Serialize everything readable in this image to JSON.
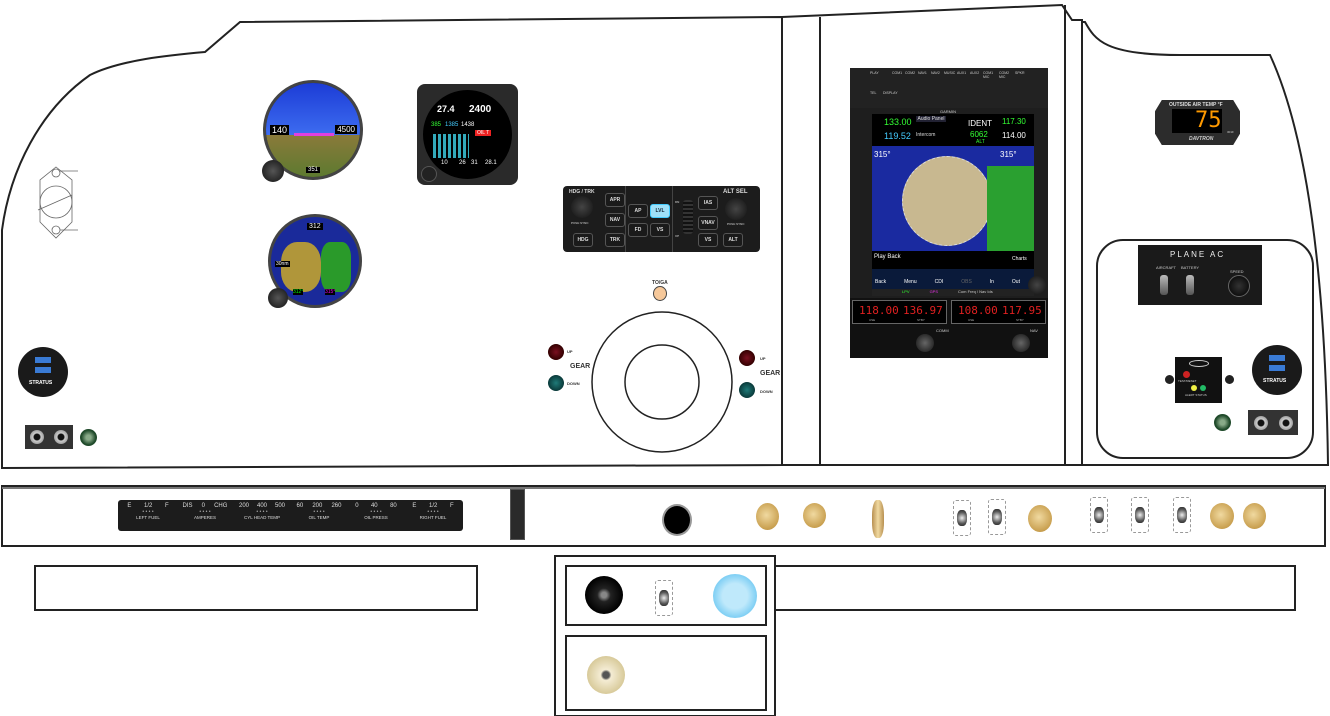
{
  "pfd": {
    "airspeed": "140",
    "altitude": "4500",
    "heading": "351"
  },
  "mfd": {
    "heading": "312",
    "range": "30nm",
    "crs": "312°",
    "dtk": "315°"
  },
  "eis": {
    "manifold": "27.4",
    "rpm": "2400",
    "cht": "385",
    "egt": "1385",
    "tit": "1438",
    "alt": "10",
    "fuel_l": "26",
    "fuel_r": "31",
    "batt": "28.1",
    "alert": "OIL T"
  },
  "autopilot": {
    "left_knob_label": "HDG / TRK",
    "right_knob_label": "ALT SEL",
    "push_sync": "PUSH SYNC",
    "buttons": [
      "APR",
      "NAV",
      "HDG",
      "TRK",
      "AP",
      "LVL",
      "FD",
      "VS",
      "IAS",
      "VNAV",
      "VS",
      "ALT"
    ],
    "trim_dn": "DN",
    "trim_up": "UP"
  },
  "toga": "TO/GA",
  "gear": {
    "title": "GEAR",
    "up": "UP",
    "down": "DOWN"
  },
  "gtn": {
    "top_buttons": [
      "PLAY",
      "COM1",
      "COM2",
      "NAV1",
      "NAV2",
      "MUSIC",
      "AUX1",
      "AUX2",
      "COM1 MIC",
      "COM2 MIC",
      "SPKR",
      "TEL",
      "DISPLAY"
    ],
    "brand": "GARMIN",
    "com": "133.00",
    "com_stby": "119.52",
    "audio_panel": "Audio Panel",
    "intercom": "Intercom",
    "xpdr": "IDENT",
    "xpdr_code": "6062",
    "xpdr_mode": "ALT",
    "nav": "117.30",
    "nav_stby": "114.00",
    "dtk": "315°",
    "trk": "315°",
    "playback": "Play Back",
    "charts": "Charts",
    "back": "Back",
    "menu": "Menu",
    "cdi": "CDI",
    "obs": "OBS",
    "zoom_in": "In",
    "zoom_out": "Out",
    "mode": "LPV",
    "source": "GPS",
    "cross_track": "Com Freq / Nav Ids"
  },
  "nav_radio": {
    "com_active": "118.00",
    "com_stby": "136.97",
    "nav_active": "108.00",
    "nav_stby": "117.95",
    "use": "USE",
    "stby": "STBY",
    "com_label": "COMM",
    "nav_label": "NAV"
  },
  "oat": {
    "title": "OUTSIDE AIR TEMP °F",
    "value": "75",
    "brand": "DAVTRON",
    "model": "301F"
  },
  "plane_ac": {
    "title": "PLANE AC",
    "switch1": "AIRCRAFT",
    "switch2": "BATTERY",
    "speed": "SPEED"
  },
  "stratus_left": "STRATUS",
  "stratus_right": "STRATUS",
  "alert_panel": {
    "test": "TEST/RESET",
    "status": "ALERT STATUS"
  },
  "engine_gauges": [
    {
      "scale": [
        "E",
        "1/2",
        "F"
      ],
      "label": "LEFT FUEL"
    },
    {
      "scale": [
        "DIS",
        "0",
        "CHG"
      ],
      "label": "AMPERES"
    },
    {
      "scale": [
        "200",
        "400",
        "500"
      ],
      "label": "CYL HEAD TEMP"
    },
    {
      "scale": [
        "60",
        "200",
        "260"
      ],
      "label": "OIL TEMP"
    },
    {
      "scale": [
        "0",
        "40",
        "80"
      ],
      "label": "OIL PRESS"
    },
    {
      "scale": [
        "E",
        "1/2",
        "F"
      ],
      "label": "RIGHT FUEL"
    }
  ],
  "colors": {
    "panel_line": "#222222",
    "knob_tan": "#d8b56a",
    "oat_digits": "#ff9a00",
    "gear_up": "#7a1020",
    "gear_down": "#1f7a78",
    "toga": "#f6c89a"
  }
}
